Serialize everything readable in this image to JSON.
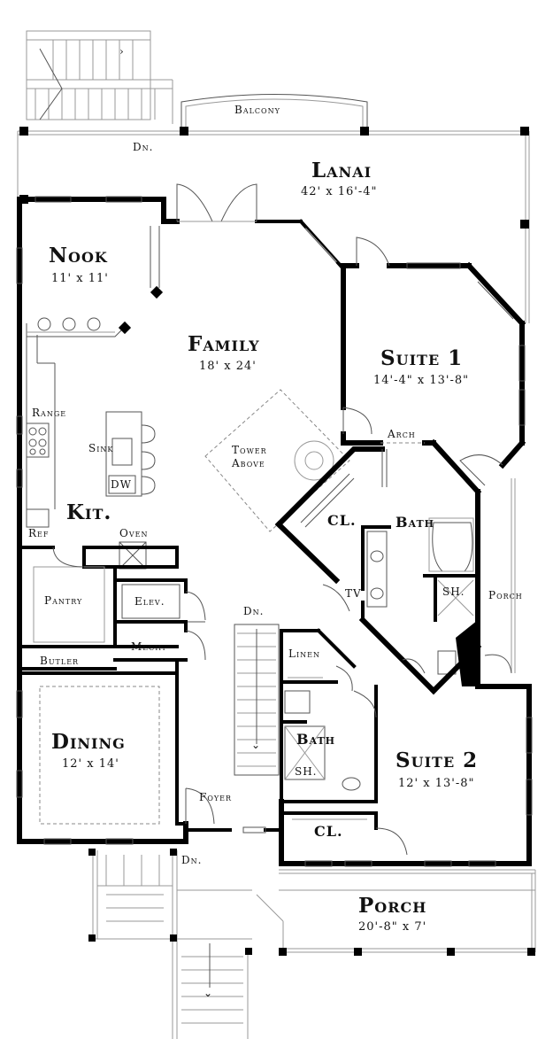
{
  "rooms": {
    "balcony": "Balcony",
    "dn_top": "Dn.",
    "lanai": "Lanai",
    "lanai_dim": "42' x 16'-4\"",
    "nook": "Nook",
    "nook_dim": "11' x 11'",
    "family": "Family",
    "family_dim": "18' x 24'",
    "suite1": "Suite 1",
    "suite1_dim": "14'-4\" x 13'-8\"",
    "range": "Range",
    "sink": "Sink",
    "dw": "DW",
    "tower": "Tower",
    "above": "Above",
    "arch": "Arch",
    "kit": "Kit.",
    "cl1": "CL.",
    "bath1": "Bath",
    "ref": "Ref",
    "oven": "Oven",
    "pantry": "Pantry",
    "elev": "Elev.",
    "tv": "TV",
    "sh1": "SH.",
    "porch_side": "Porch",
    "dn_mid": "Dn.",
    "mech": "Mech.",
    "linen": "Linen",
    "butler": "Butler",
    "dining": "Dining",
    "dining_dim": "12' x 14'",
    "bath2": "Bath",
    "sh2": "SH.",
    "suite2": "Suite 2",
    "suite2_dim": "12' x 13'-8\"",
    "foyer": "Foyer",
    "cl2": "CL.",
    "dn_bottom": "Dn.",
    "porch": "Porch",
    "porch_dim": "20'-8\" x 7'"
  }
}
